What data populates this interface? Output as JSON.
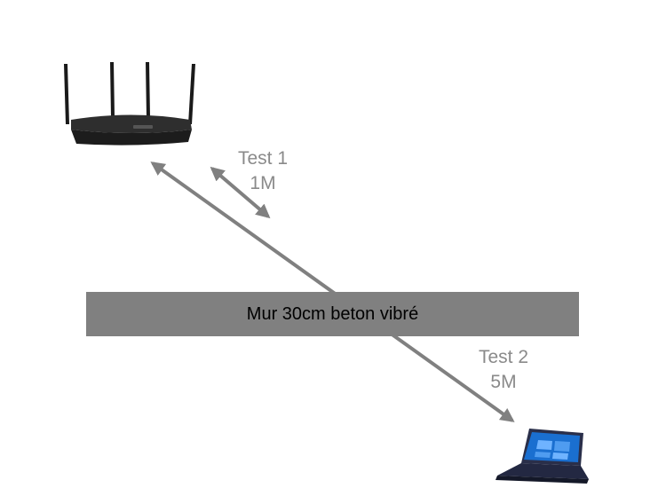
{
  "test1": {
    "name": "Test 1",
    "distance": "1M"
  },
  "test2": {
    "name": "Test 2",
    "distance": "5M"
  },
  "wall": {
    "label": "Mur 30cm beton vibré"
  },
  "icons": [
    "router-icon",
    "laptop-icon"
  ],
  "colors": {
    "arrow": "#808080",
    "wall": "#808080",
    "label": "#8a8a8a",
    "router": "#1c1c1c",
    "laptop_screen": "#1a6fd0"
  }
}
